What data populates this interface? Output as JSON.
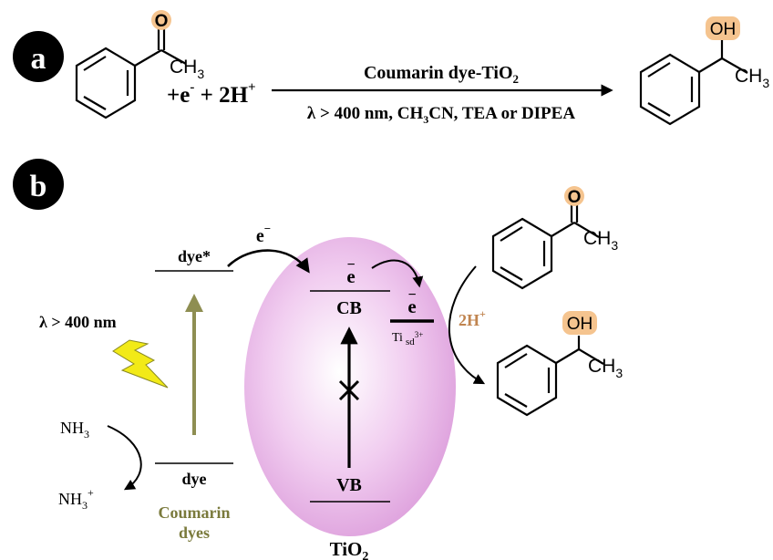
{
  "panels": {
    "a_label": "a",
    "b_label": "b"
  },
  "reaction": {
    "reactant_o": "O",
    "reactant_methyl": "CH",
    "reactant_methyl_sub": "3",
    "reagents_prefix": "+e",
    "reagents_sup": "-",
    "reagents_mid": " + 2H",
    "reagents_sup2": "+",
    "catalyst": "Coumarin dye-TiO",
    "catalyst_sub": "2",
    "conditions_1": "λ > 400 nm, CH",
    "conditions_sub": "3",
    "conditions_2": "CN, TEA or DIPEA",
    "product_oh": "OH",
    "product_methyl": "CH",
    "product_methyl_sub": "3"
  },
  "mechanism": {
    "dye_excited": "dye*",
    "dye_ground": "dye",
    "light": "λ > 400 nm",
    "coumarin_1": "Coumarin",
    "coumarin_2": "dyes",
    "nh3": "NH",
    "nh3_sub": "3",
    "nh3_plus": "NH",
    "nh3_plus_sub": "3",
    "nh3_plus_sup": "+",
    "e_transfer": "e",
    "e_transfer_sup": "−",
    "e_cb": "e",
    "e_cb_bar": "−",
    "e_ti": "e",
    "e_ti_bar": "−",
    "cb": "CB",
    "vb": "VB",
    "ti_state": "Ti",
    "ti_state_sub": "sd",
    "ti_state_sup": "3+",
    "tio2": "TiO",
    "tio2_sub": "2",
    "protons": "2H",
    "protons_sup": "+",
    "ketone_o": "O",
    "ketone_methyl": "CH",
    "ketone_methyl_sub": "3",
    "alcohol_oh": "OH",
    "alcohol_methyl": "CH",
    "alcohol_methyl_sub": "3"
  },
  "colors": {
    "highlight": "#f5c48f",
    "coumarin": "#7a7a3c",
    "dye_arrow": "#8e8e52",
    "protons": "#c0844f",
    "bolt": "#f2ea17"
  }
}
